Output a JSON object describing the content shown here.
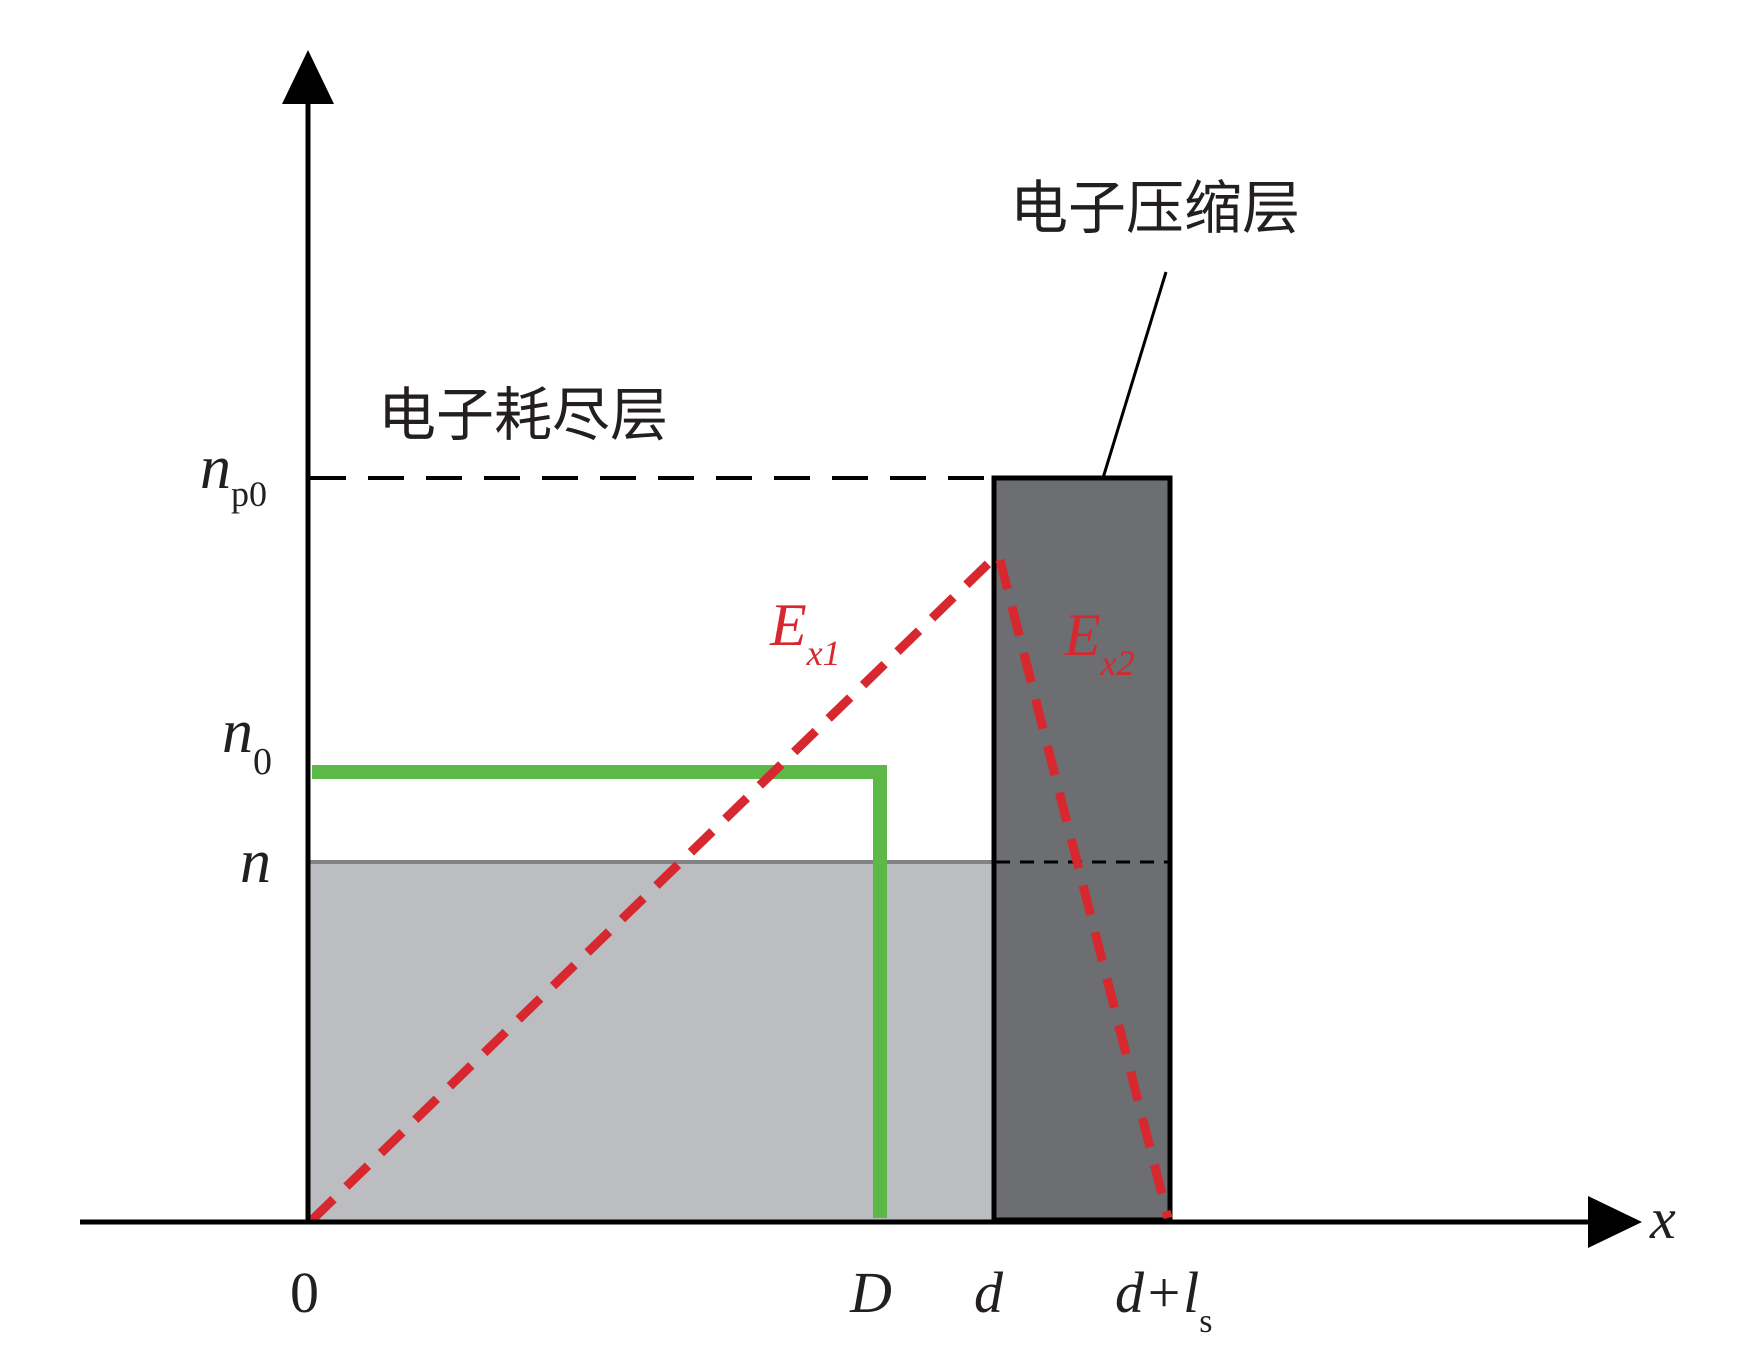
{
  "diagram": {
    "labels": {
      "depletion_layer": "电子耗尽层",
      "compression_layer": "电子压缩层",
      "n_p0_main": "n",
      "n_p0_sub": "p0",
      "n0_main": "n",
      "n0_sub": "0",
      "n_main": "n",
      "x_axis": "x",
      "tick_0": "0",
      "tick_D": "D",
      "tick_d": "d",
      "tick_dls_main": "d+l",
      "tick_dls_sub": "s",
      "ex1_main": "E",
      "ex1_sub": "x1",
      "ex2_main": "E",
      "ex2_sub": "x2"
    },
    "colors": {
      "axis": "#000000",
      "depletion_fill": "#bcbdc0",
      "compression_fill": "#6d6e71",
      "green_line": "#5cb947",
      "red_dash": "#d7282f",
      "gray_line": "#808285",
      "text": "#231f20",
      "red_text": "#d7282f"
    }
  }
}
